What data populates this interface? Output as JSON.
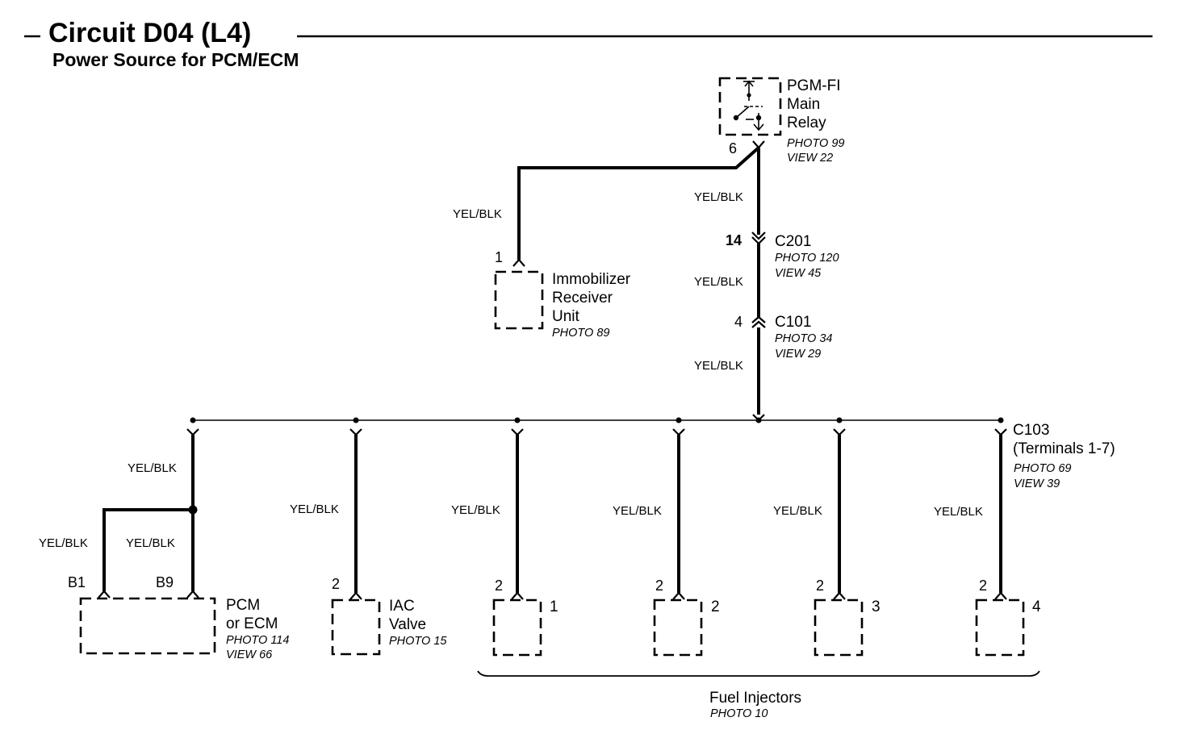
{
  "header": {
    "title": "Circuit D04 (L4)",
    "subtitle": "Power Source for PCM/ECM"
  },
  "wire_color": "YEL/BLK",
  "relay": {
    "name_lines": [
      "PGM-FI",
      "Main",
      "Relay"
    ],
    "pin": "6",
    "photo": "PHOTO 99",
    "view": "VIEW 22"
  },
  "c201": {
    "name": "C201",
    "pin": "14",
    "photo": "PHOTO 120",
    "view": "VIEW 45"
  },
  "c101": {
    "name": "C101",
    "pin": "4",
    "photo": "PHOTO 34",
    "view": "VIEW 29"
  },
  "c103": {
    "name": "C103",
    "terminals": "(Terminals 1-7)",
    "photo": "PHOTO 69",
    "view": "VIEW 39"
  },
  "immobilizer": {
    "name_lines": [
      "Immobilizer",
      "Receiver",
      "Unit"
    ],
    "pin": "1",
    "photo": "PHOTO 89"
  },
  "pcm": {
    "name_lines": [
      "PCM",
      "or ECM"
    ],
    "pin_b1": "B1",
    "pin_b9": "B9",
    "photo": "PHOTO 114",
    "view": "VIEW 66"
  },
  "iac": {
    "name_lines": [
      "IAC",
      "Valve"
    ],
    "pin": "2",
    "photo": "PHOTO 15"
  },
  "injectors": {
    "group_label": "Fuel Injectors",
    "photo": "PHOTO 10",
    "items": [
      {
        "pin": "2",
        "number": "1"
      },
      {
        "pin": "2",
        "number": "2"
      },
      {
        "pin": "2",
        "number": "3"
      },
      {
        "pin": "2",
        "number": "4"
      }
    ]
  }
}
